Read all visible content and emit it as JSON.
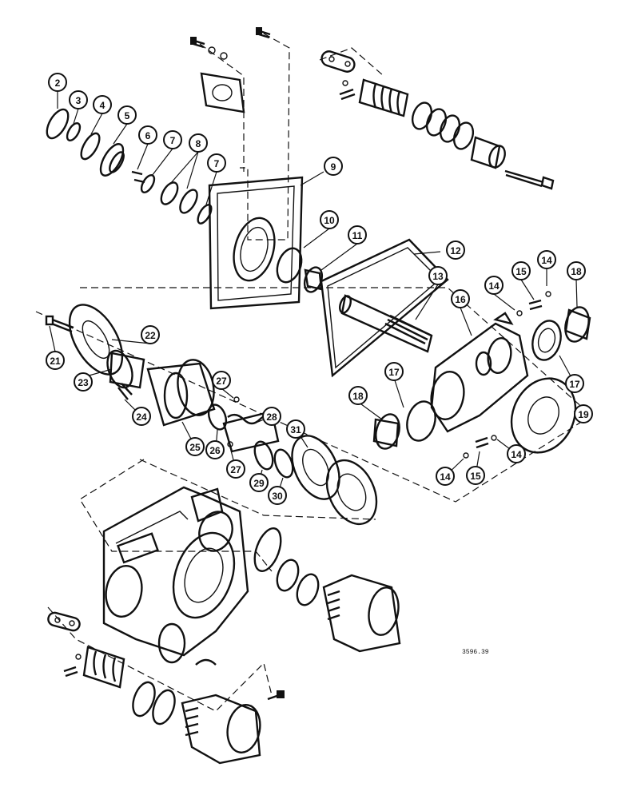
{
  "figure_ref": "3596.39",
  "callouts": [
    {
      "label": "2"
    },
    {
      "label": "3"
    },
    {
      "label": "4"
    },
    {
      "label": "5"
    },
    {
      "label": "6"
    },
    {
      "label": "7"
    },
    {
      "label": "8"
    },
    {
      "label": "7"
    },
    {
      "label": "9"
    },
    {
      "label": "10"
    },
    {
      "label": "11"
    },
    {
      "label": "12"
    },
    {
      "label": "13"
    },
    {
      "label": "14"
    },
    {
      "label": "15"
    },
    {
      "label": "14"
    },
    {
      "label": "18"
    },
    {
      "label": "16"
    },
    {
      "label": "21"
    },
    {
      "label": "22"
    },
    {
      "label": "23"
    },
    {
      "label": "24"
    },
    {
      "label": "25"
    },
    {
      "label": "26"
    },
    {
      "label": "27"
    },
    {
      "label": "28"
    },
    {
      "label": "27"
    },
    {
      "label": "29"
    },
    {
      "label": "30"
    },
    {
      "label": "31"
    },
    {
      "label": "17"
    },
    {
      "label": "17"
    },
    {
      "label": "18"
    },
    {
      "label": "19"
    },
    {
      "label": "14"
    },
    {
      "label": "15"
    },
    {
      "label": "14"
    }
  ]
}
